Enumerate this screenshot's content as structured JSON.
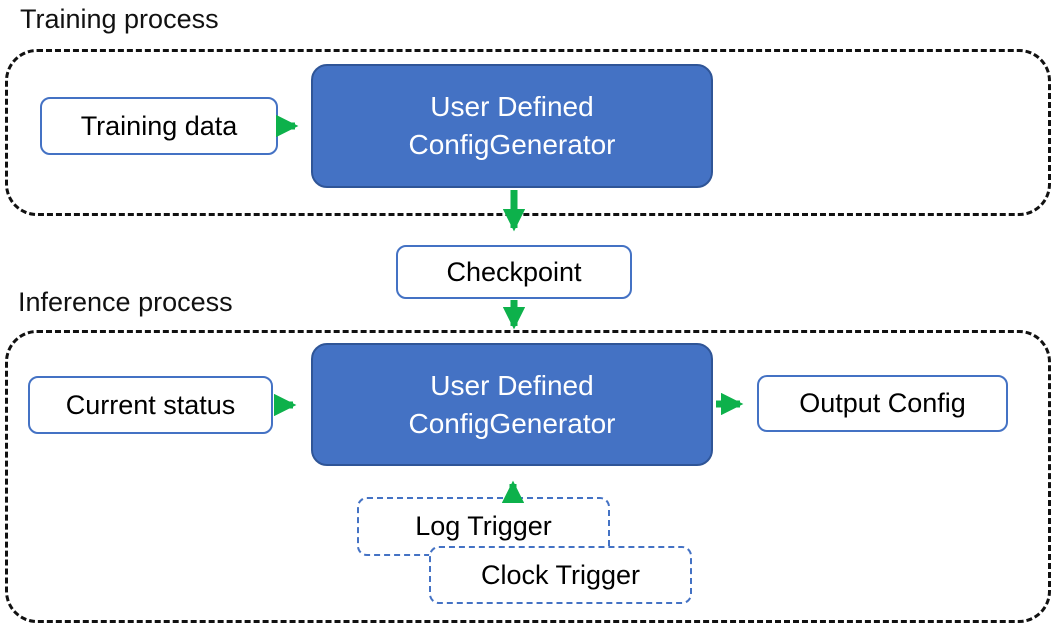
{
  "sections": {
    "training": {
      "label": "Training process",
      "input_label": "Training data"
    },
    "inference": {
      "label": "Inference process",
      "input_label": "Current status",
      "output_label": "Output Config",
      "log_trigger_label": "Log Trigger",
      "clock_trigger_label": "Clock Trigger"
    }
  },
  "generator": {
    "line1": "User Defined",
    "line2": "ConfigGenerator"
  },
  "checkpoint_label": "Checkpoint",
  "colors": {
    "generator_fill": "#4472C4",
    "generator_border": "#2F5597",
    "box_outline_blue": "#4472C4",
    "arrow_green": "#0DB14B",
    "container_dash_black": "#111111"
  }
}
